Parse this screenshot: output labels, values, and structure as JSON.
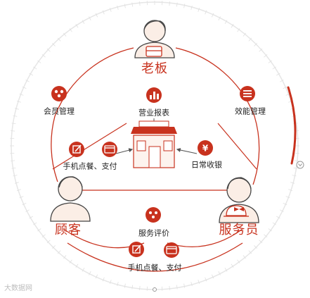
{
  "colors": {
    "accent": "#c8321e",
    "line": "#c8321e",
    "ring": "#d9d9d9",
    "outline": "#444444",
    "skin": "#fbeee6"
  },
  "roles": {
    "boss": "老板",
    "customer": "顾客",
    "staff": "服务员"
  },
  "features": {
    "member": {
      "label": "会员管理",
      "icon": "people-group-icon"
    },
    "revenue": {
      "label": "营业报表",
      "icon": "bar-chart-icon"
    },
    "efficiency": {
      "label": "效能管理",
      "icon": "list-icon"
    },
    "mobile_order_top": {
      "label": "手机点餐、支付",
      "icons": [
        "edit-icon",
        "card-icon"
      ]
    },
    "daily_cash": {
      "label": "日常收银",
      "icon": "yen-icon"
    },
    "review": {
      "label": "服务评价",
      "icon": "star-cluster-icon"
    },
    "mobile_order_bottom": {
      "label": "手机点餐、支付",
      "icons": [
        "edit-icon",
        "card-icon"
      ]
    }
  },
  "watermark": "大数据网"
}
